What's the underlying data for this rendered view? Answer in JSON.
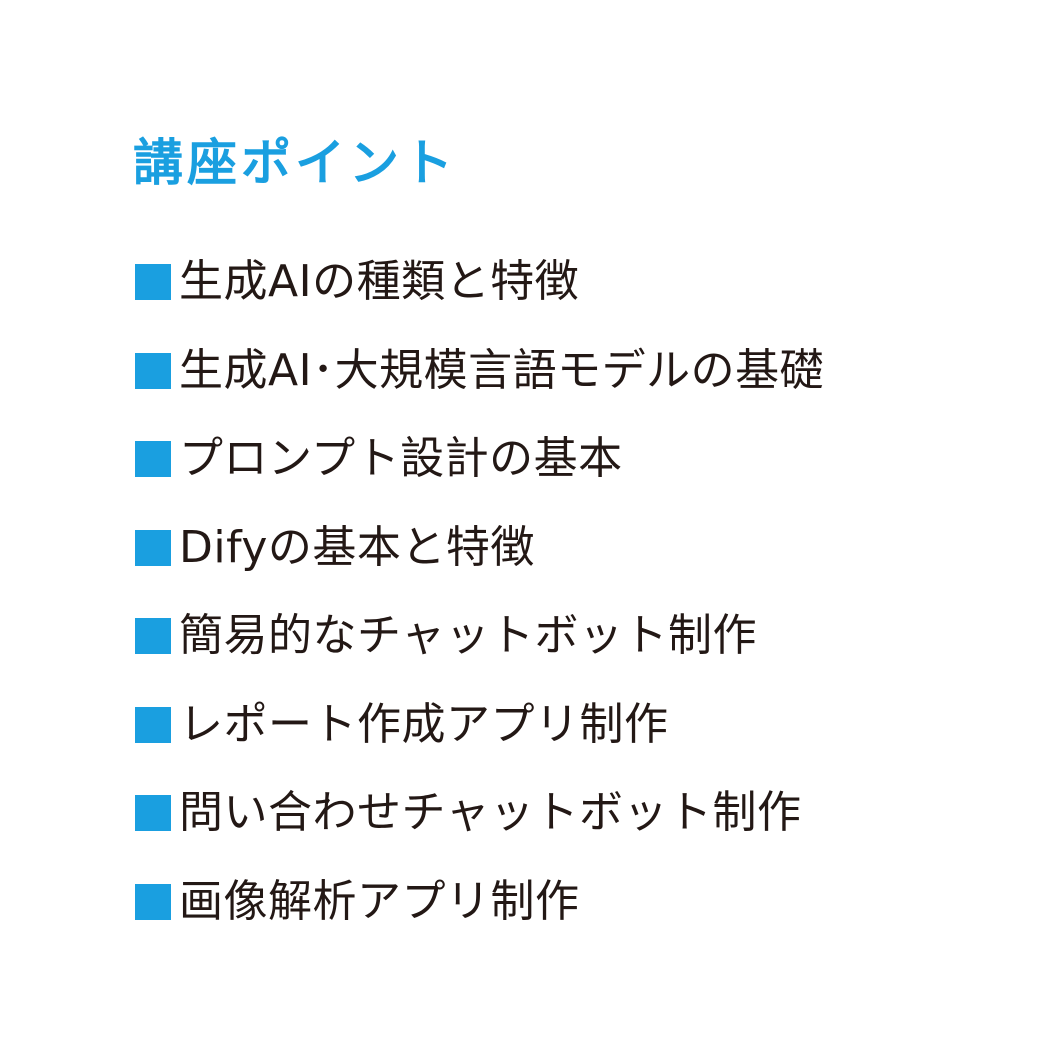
{
  "heading": {
    "text": "講座ポイント",
    "color": "#1a9fe0"
  },
  "points": {
    "marker_color": "#1a9fe0",
    "text_color": "#231815",
    "items": [
      {
        "text": "生成AIの種類と特徴"
      },
      {
        "text": "生成AI･大規模言語モデルの基礎"
      },
      {
        "text": "プロンプト設計の基本"
      },
      {
        "text": "Difyの基本と特徴"
      },
      {
        "text": "簡易的なチャットボット制作"
      },
      {
        "text": "レポート作成アプリ制作"
      },
      {
        "text": "問い合わせチャットボット制作"
      },
      {
        "text": "画像解析アプリ制作"
      }
    ]
  }
}
